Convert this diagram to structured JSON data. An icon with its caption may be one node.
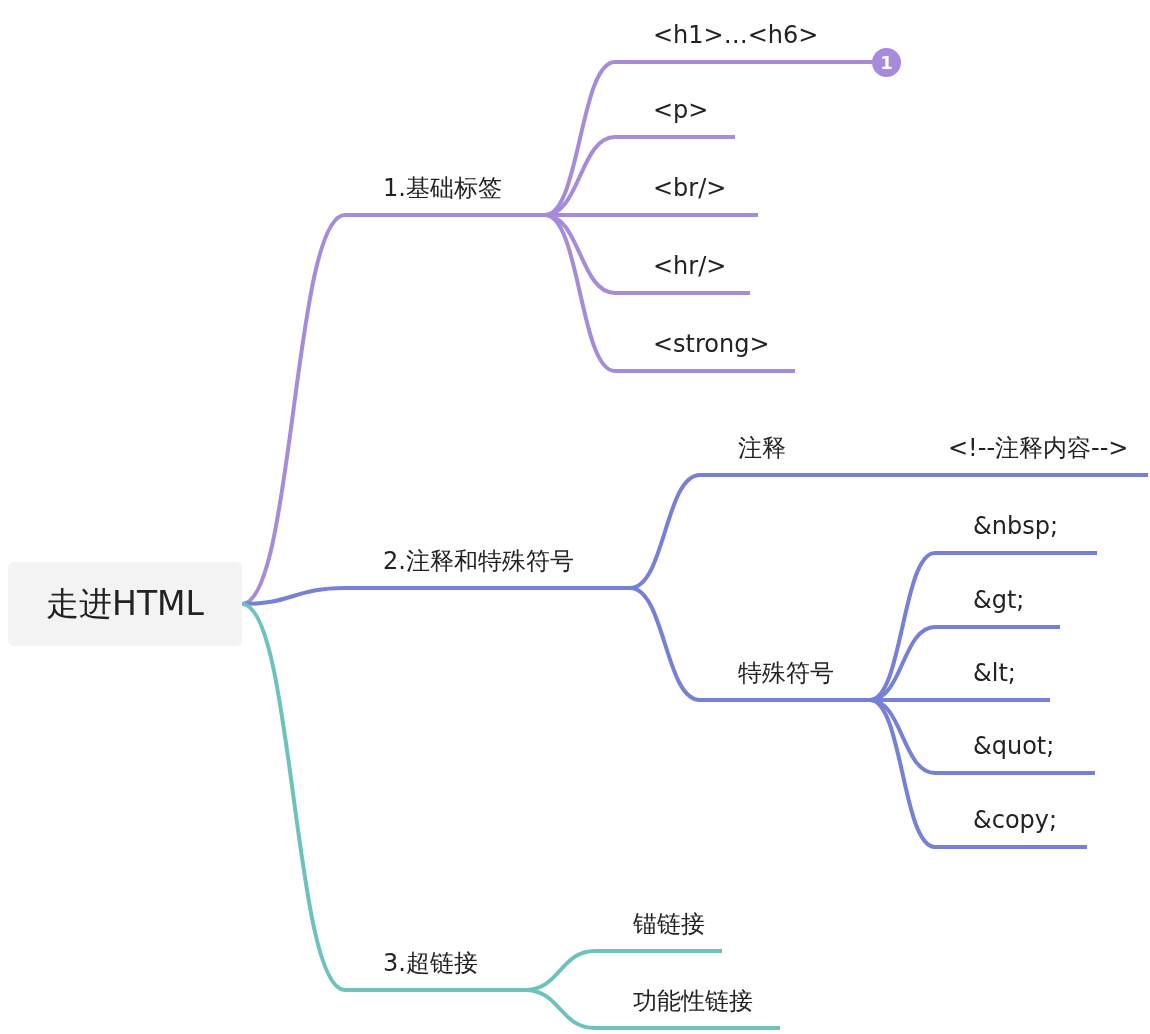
{
  "diagram": {
    "nodes": [
      {
        "text": [
          "走进HTML"
        ]
      },
      {
        "text": [
          "1.基础标签"
        ]
      },
      {
        "text": [
          "<h1>…<h6>"
        ]
      },
      {
        "text": [
          "<p>"
        ]
      },
      {
        "text": [
          "<br/>"
        ]
      },
      {
        "text": [
          "<hr/>"
        ]
      },
      {
        "text": [
          "<strong>"
        ]
      },
      {
        "text": [
          "2.注释和特殊符号"
        ]
      },
      {
        "text": [
          "注释"
        ]
      },
      {
        "text": [
          "<!--注释内容-->"
        ]
      },
      {
        "text": [
          "特殊符号"
        ]
      },
      {
        "text": [
          "&nbsp;"
        ]
      },
      {
        "text": [
          "&gt;"
        ]
      },
      {
        "text": [
          "&lt;"
        ]
      },
      {
        "text": [
          "&quot;"
        ]
      },
      {
        "text": [
          "&copy;"
        ]
      },
      {
        "text": [
          "3.超链接"
        ]
      },
      {
        "text": [
          "锚链接"
        ]
      },
      {
        "text": [
          "功能性链接"
        ]
      }
    ],
    "edges": [
      {
        "from": 0,
        "to": 1,
        "arrow": "none",
        "color": "#a68bdc"
      },
      {
        "from": 1,
        "to": 2,
        "arrow": "none",
        "color": "#a68bdc"
      },
      {
        "from": 1,
        "to": 3,
        "arrow": "none",
        "color": "#a68bdc"
      },
      {
        "from": 1,
        "to": 4,
        "arrow": "none",
        "color": "#a68bdc"
      },
      {
        "from": 1,
        "to": 5,
        "arrow": "none",
        "color": "#a68bdc"
      },
      {
        "from": 1,
        "to": 6,
        "arrow": "none",
        "color": "#a68bdc"
      },
      {
        "from": 0,
        "to": 7,
        "arrow": "none"
      },
      {
        "from": 7,
        "to": 8,
        "arrow": "none"
      },
      {
        "from": 8,
        "to": 9,
        "arrow": "none"
      },
      {
        "from": 7,
        "to": 10,
        "arrow": "none"
      },
      {
        "from": 10,
        "to": 11,
        "arrow": "none"
      },
      {
        "from": 10,
        "to": 12,
        "arrow": "none"
      },
      {
        "from": 10,
        "to": 13,
        "arrow": "none"
      },
      {
        "from": 10,
        "to": 14,
        "arrow": "none"
      },
      {
        "from": 10,
        "to": 15,
        "arrow": "none"
      },
      {
        "from": 0,
        "to": 16,
        "arrow": "none",
        "color": "#6cc3bd"
      },
      {
        "from": 16,
        "to": 17,
        "arrow": "none",
        "color": "#6cc3bd"
      },
      {
        "from": 16,
        "to": 18,
        "arrow": "none",
        "color": "#6cc3bd"
      }
    ],
    "labels": [
      "1"
    ]
  }
}
